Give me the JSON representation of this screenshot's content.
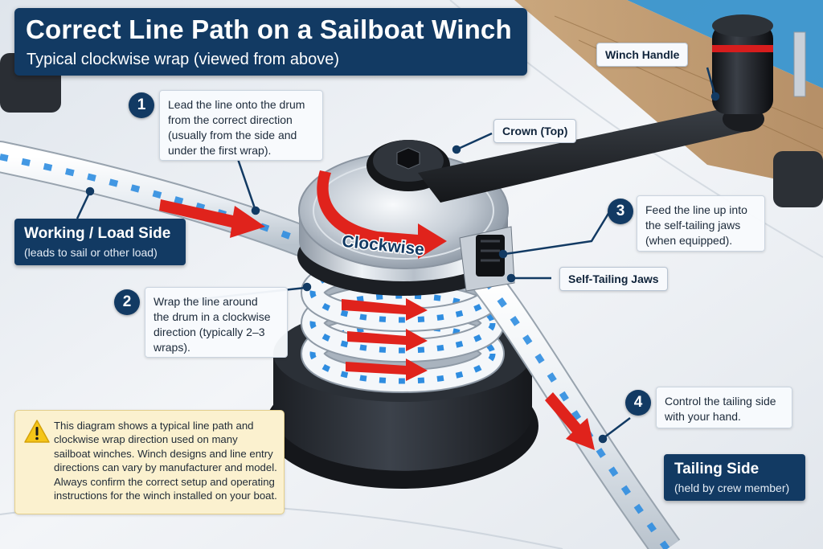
{
  "header": {
    "title": "Correct Line Path on a Sailboat Winch",
    "subtitle": "Typical clockwise wrap (viewed from above)"
  },
  "labels": {
    "winch_handle": "Winch Handle",
    "crown": "Crown (Top)",
    "self_tailing_jaws": "Self-Tailing Jaws",
    "clockwise": "Clockwise"
  },
  "load_side": {
    "title": "Working / Load Side",
    "subtitle": "(leads to sail or other load)"
  },
  "tailing_side": {
    "title": "Tailing Side",
    "subtitle": "(held by crew member)"
  },
  "steps": [
    {
      "number": "1",
      "lines": [
        "Lead the line onto the drum",
        "from the correct direction",
        "(usually from the side and",
        "under the first wrap)."
      ]
    },
    {
      "number": "2",
      "lines": [
        "Wrap the line around",
        "the drum in a clockwise",
        "direction (typically 2–3",
        "wraps)."
      ]
    },
    {
      "number": "3",
      "lines": [
        "Feed the line up into",
        "the self-tailing jaws",
        "(when equipped)."
      ]
    },
    {
      "number": "4",
      "lines": [
        "Control the tailing side",
        "with your hand."
      ]
    }
  ],
  "warning": {
    "icon": "warning-triangle-icon",
    "lines": [
      "This diagram shows a typical line path and",
      "clockwise wrap direction used on many",
      "sailboat winches. Winch designs and line entry",
      "directions can vary by manufacturer and model.",
      "Always confirm the correct setup and operating",
      "instructions for the winch installed on your boat."
    ]
  },
  "colors": {
    "navy": "#123a63",
    "arrow_red": "#e0231c",
    "rope_blue": "#2f8de0",
    "warning_yellow": "#f5c518"
  }
}
